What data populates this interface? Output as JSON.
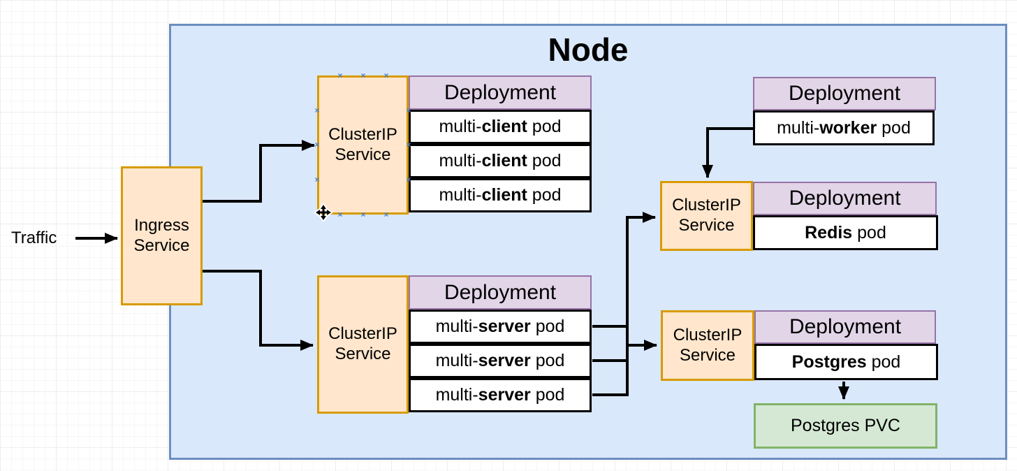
{
  "diagram": {
    "node_title": "Node",
    "traffic_label": "Traffic",
    "ingress": {
      "line1": "Ingress",
      "line2": "Service"
    },
    "cluster_ip": {
      "line1": "ClusterIP",
      "line2": "Service"
    },
    "deployment_header": "Deployment",
    "pvc_label": "Postgres PVC"
  },
  "pods": {
    "client": [
      {
        "pre": "multi-",
        "bold": "client",
        "post": " pod"
      },
      {
        "pre": "multi-",
        "bold": "client",
        "post": " pod"
      },
      {
        "pre": "multi-",
        "bold": "client",
        "post": " pod"
      }
    ],
    "server": [
      {
        "pre": "multi-",
        "bold": "server",
        "post": " pod"
      },
      {
        "pre": "multi-",
        "bold": "server",
        "post": " pod"
      },
      {
        "pre": "multi-",
        "bold": "server",
        "post": " pod"
      }
    ],
    "worker": {
      "pre": "multi-",
      "bold": "worker",
      "post": " pod"
    },
    "redis": {
      "pre": "",
      "bold": "Redis",
      "post": " pod"
    },
    "postgres": {
      "pre": "",
      "bold": "Postgres",
      "post": " pod"
    }
  },
  "colors": {
    "node_fill": "#dae8fc",
    "node_border": "#6c8ebf",
    "service_fill": "#ffe6cc",
    "service_border": "#d79b00",
    "deployment_fill": "#e1d5e7",
    "deployment_border": "#9673a6",
    "pod_fill": "#ffffff",
    "pod_border": "#000000",
    "pvc_fill": "#d5e8d4",
    "pvc_border": "#82b366",
    "connector": "#000000",
    "connection_point": "#4f7ec2"
  }
}
